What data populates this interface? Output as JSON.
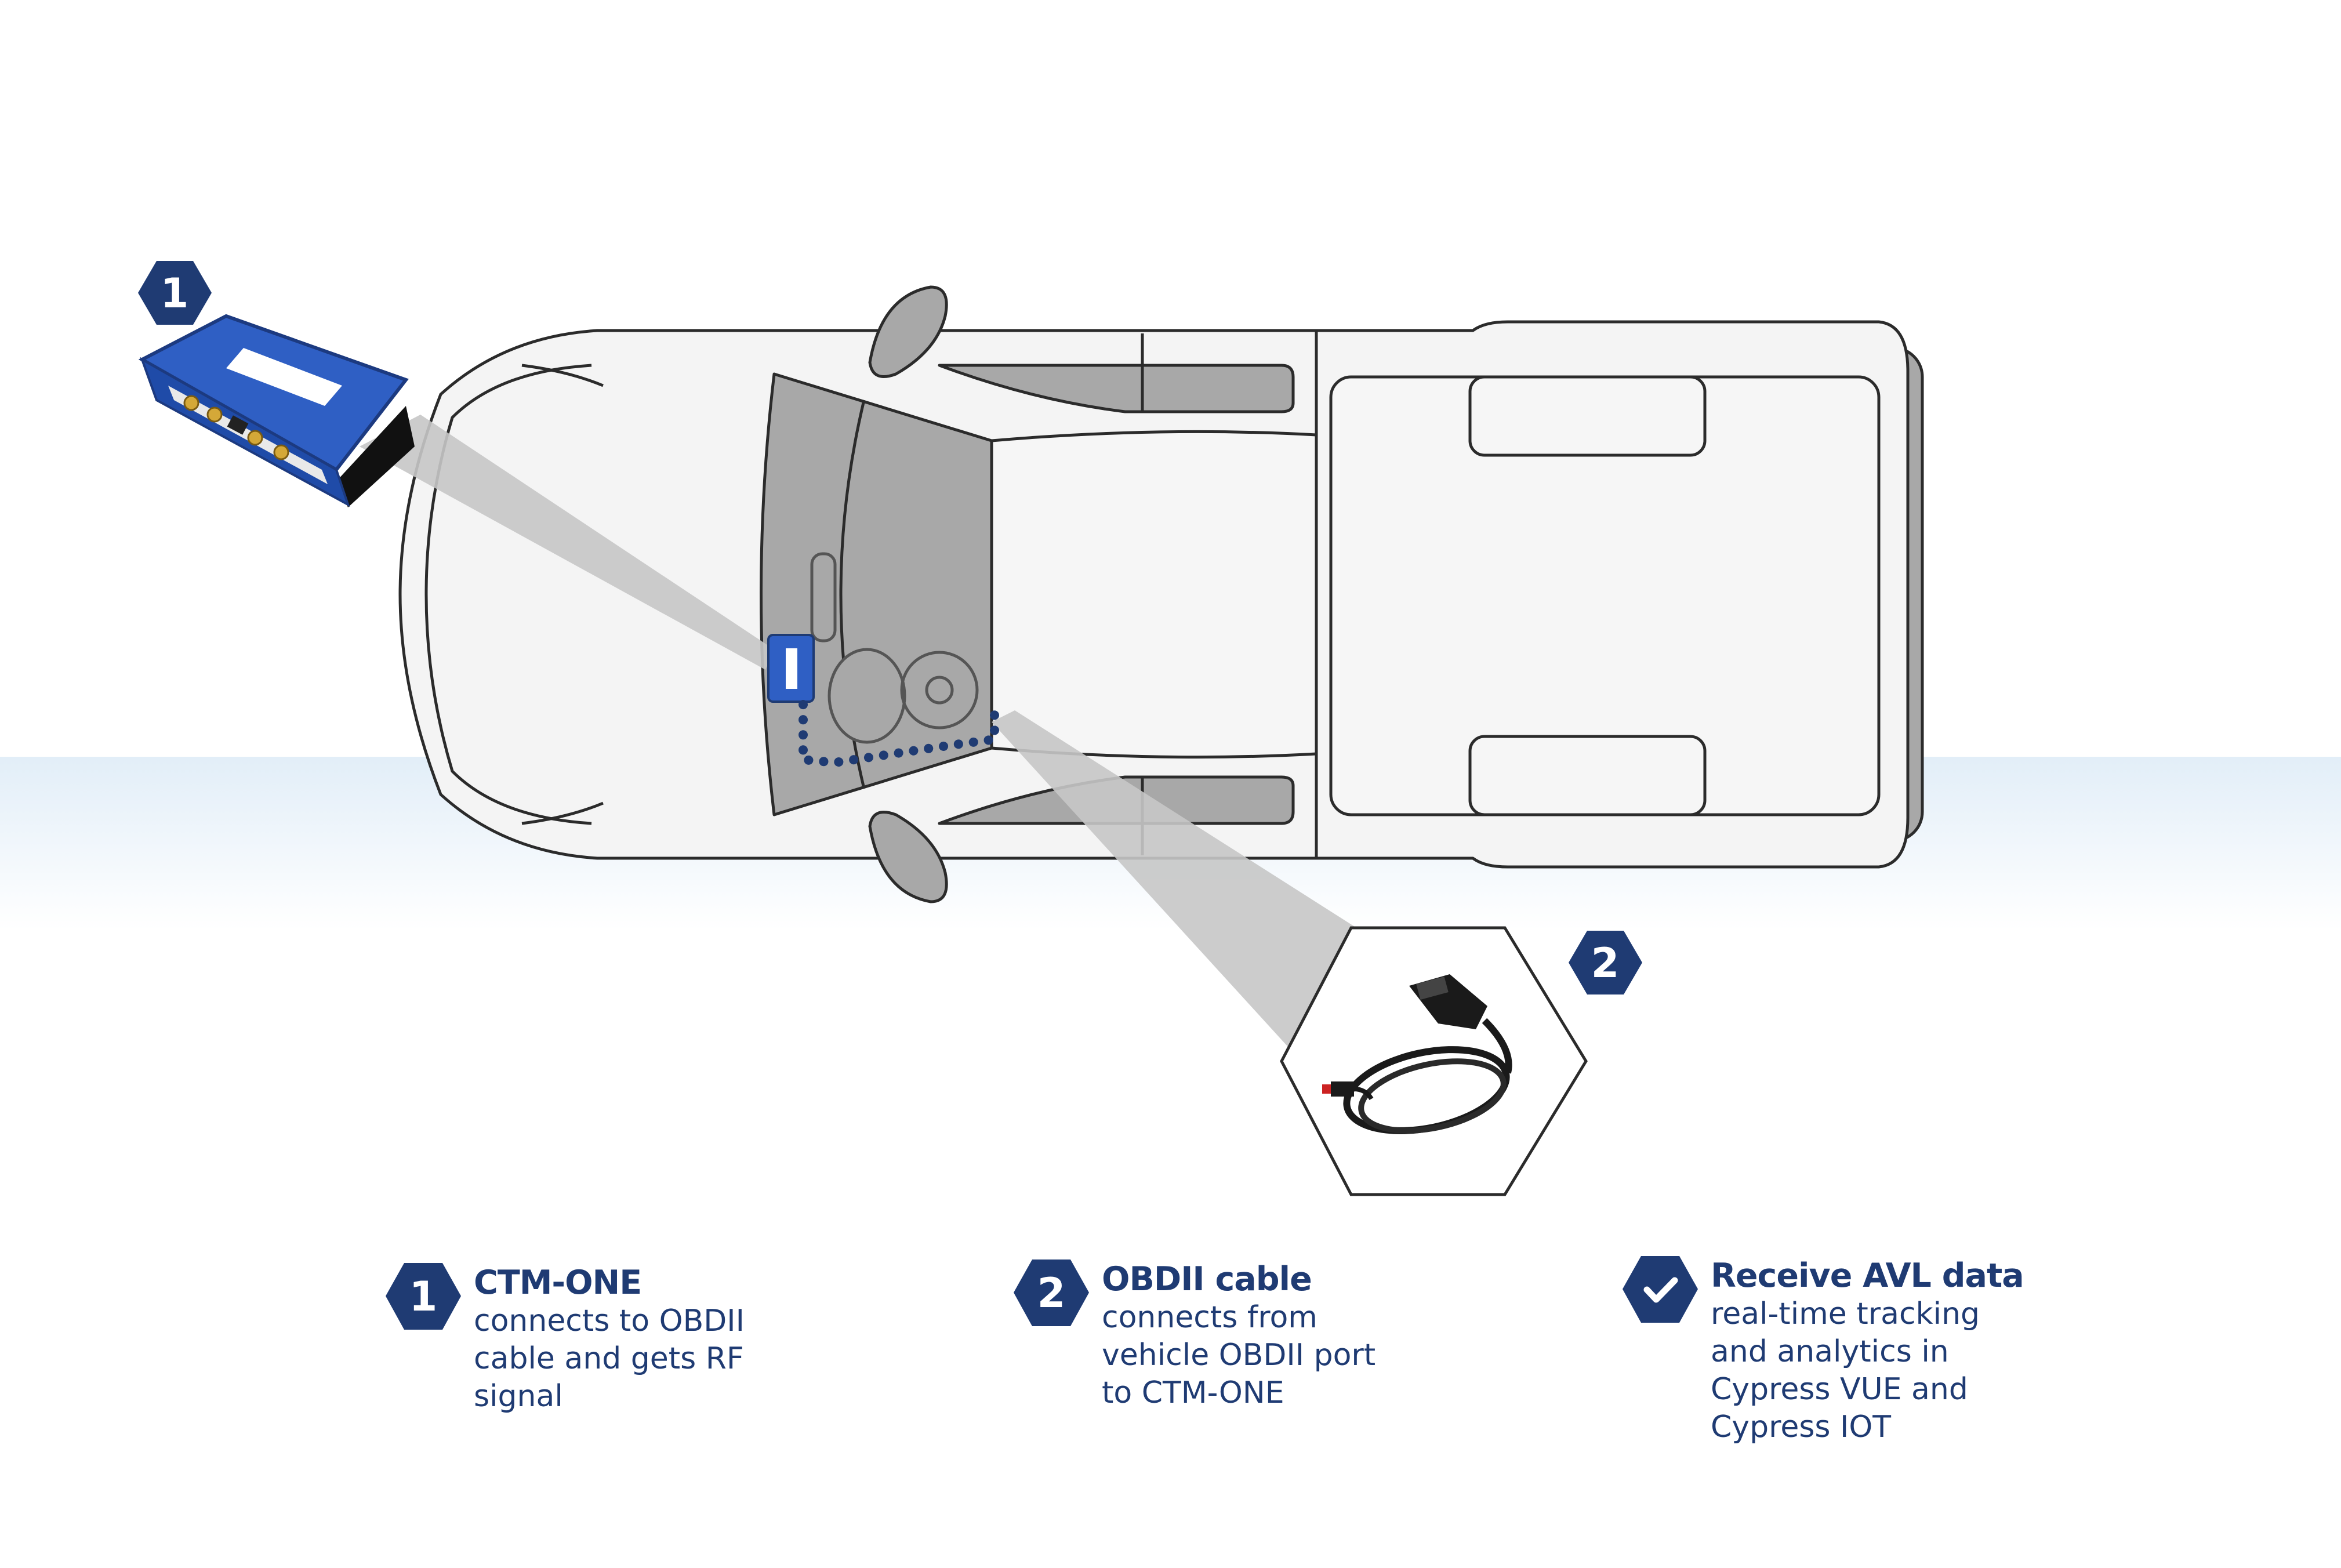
{
  "colors": {
    "navy": "#1f3b73",
    "device_blue": "#2f5fc4",
    "car_fill": "#f4f4f4",
    "car_outline": "#2b2b2b",
    "interior_gray": "#a8a8a8",
    "beam_gray": "#c6c6c6",
    "floor_band": "#e4f0f9"
  },
  "diagram": {
    "device_marker": "1",
    "cable_marker": "2"
  },
  "legend": [
    {
      "badge": "1",
      "title": "CTM-ONE",
      "description": "connects to OBDII\ncable and gets RF\nsignal"
    },
    {
      "badge": "2",
      "title": "OBDII cable",
      "description": "connects from\nvehicle OBDII port\nto CTM-ONE"
    },
    {
      "badge_icon": "check-icon",
      "title": "Receive AVL data",
      "description": "real-time tracking\nand analytics in\nCypress VUE and\nCypress IOT"
    }
  ]
}
